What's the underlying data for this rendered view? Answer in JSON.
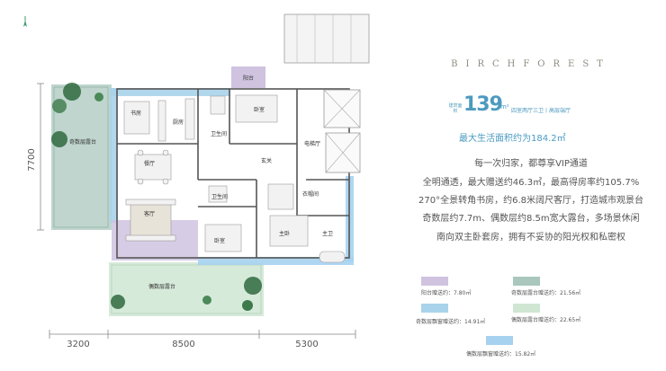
{
  "brand": "BIRCHFOREST",
  "unit": {
    "area_label_tag": "建筑面积",
    "area_value": "139",
    "area_unit": "m²",
    "layout_desc": "四室两厅三卫丨高层端厅",
    "highlight": "最大生活面积约为184.2㎡"
  },
  "features": [
    "每一次归家，都尊享VIP通道",
    "全明通透，最大赠送约46.3㎡，最高得房率约105.7%",
    "270°全景转角书房，约6.8米阔尺客厅，打造城市观景台",
    "奇数层约7.7m、偶数层约8.5m宽大露台，多场景休闲",
    "南向双主卧套房，拥有不妥协的阳光权和私密权"
  ],
  "legend": [
    {
      "label": "阳台赠送约：7.80㎡",
      "color": "#cfc3e0"
    },
    {
      "label": "奇数层露台赠送约：21.56㎡",
      "color": "#a9c7bd"
    },
    {
      "label": "奇数层飘窗赠送约：14.91㎡",
      "color": "#a9d3ea"
    },
    {
      "label": "偶数层露台赠送约：22.65㎡",
      "color": "#cfe6d3"
    },
    {
      "label": "偶数层飘窗赠送约：15.82㎡",
      "color": "#a6d1ef"
    }
  ],
  "dimensions": {
    "left_vertical": "7700",
    "bottom": [
      "3200",
      "8500",
      "5300"
    ]
  },
  "rooms": {
    "balcony": "阳台",
    "study": "书房",
    "kitchen": "厨房",
    "bath1": "卫生间",
    "bedroom_ne": "卧室",
    "odd_terrace": "奇数层露台",
    "dining": "餐厅",
    "entrance": "玄关",
    "elevator_hall": "电梯厅",
    "bath2": "卫生间",
    "closet": "衣帽间",
    "living": "客厅",
    "bedroom_s": "卧室",
    "master": "主卧",
    "master_bath": "主卫",
    "even_terrace": "偶数层露台"
  }
}
